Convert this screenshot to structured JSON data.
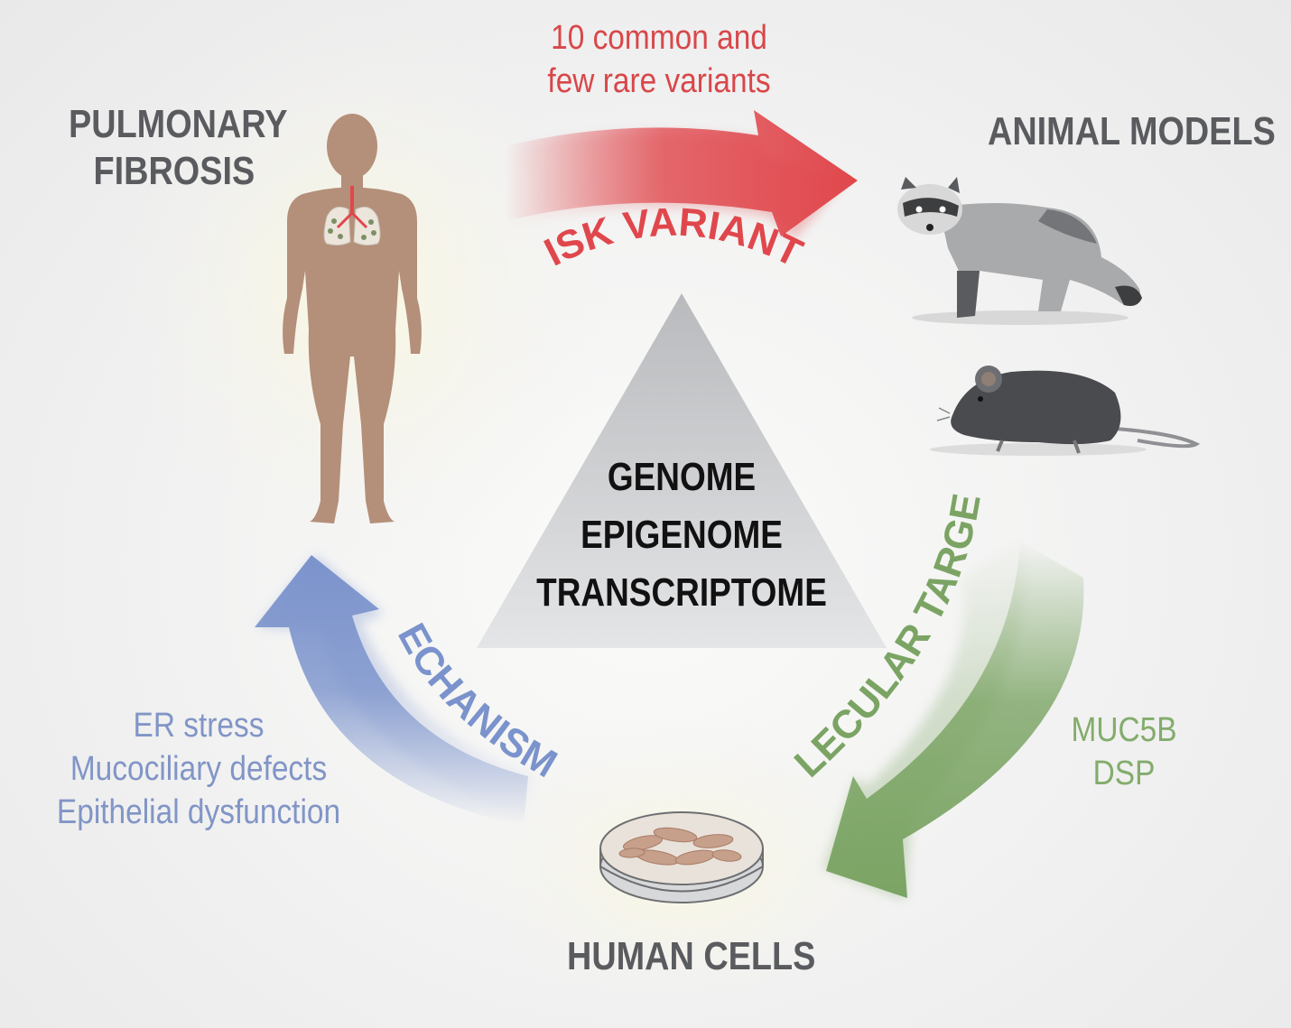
{
  "labels": {
    "pulmonary_fibrosis_line1": "PULMONARY",
    "pulmonary_fibrosis_line2": "FIBROSIS",
    "animal_models": "ANIMAL MODELS",
    "human_cells": "HUMAN CELLS"
  },
  "center": {
    "line1": "GENOME",
    "line2": "EPIGENOME",
    "line3": "TRANSCRIPTOME"
  },
  "arrows": {
    "risk_variants": {
      "label": "RISK VARIANTS",
      "note_line1": "10 common and",
      "note_line2": "few rare variants",
      "color": "#e0474c"
    },
    "molecular_targets": {
      "label": "MOLECULAR TARGETS",
      "note_line1": "MUC5B",
      "note_line2": "DSP",
      "color": "#7ba464"
    },
    "mechanisms": {
      "label": "MECHANISMS",
      "note_line1": "ER stress",
      "note_line2": "Mucociliary defects",
      "note_line3": "Epithelial dysfunction",
      "color": "#7b93cc"
    }
  },
  "icons": {
    "human": "human-body-with-lungs-icon",
    "ferret": "ferret-icon",
    "mouse": "mouse-icon",
    "petri_dish": "petri-dish-cells-icon"
  }
}
